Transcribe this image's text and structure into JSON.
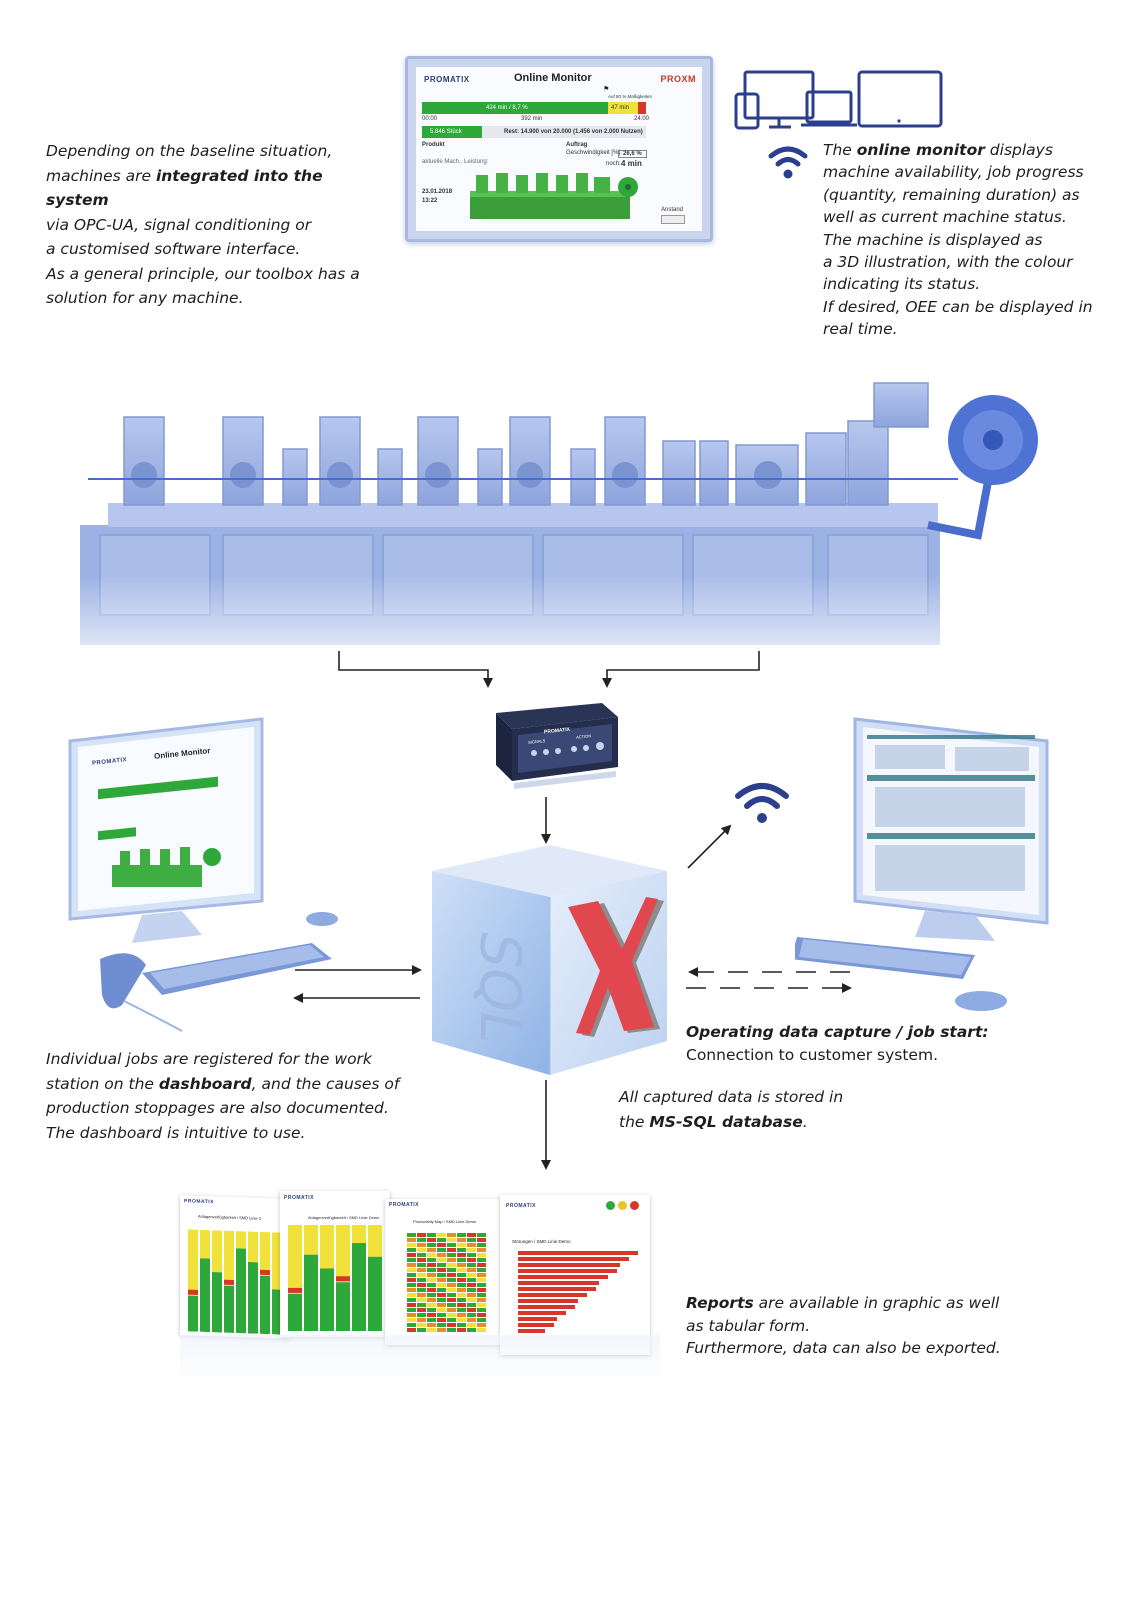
{
  "texts": {
    "integration": {
      "l1": "Depending on the baseline situation,",
      "l2a": "machines are ",
      "l2b": "integrated into the system",
      "l3": "via OPC-UA, signal conditioning or",
      "l4": "a customised software interface.",
      "l5": "As a general principle, our toolbox has a",
      "l6": "solution for any machine."
    },
    "online_monitor": {
      "l1a": "The ",
      "l1b": "online monitor",
      "l1c": " displays",
      "l2": "machine availability, job progress",
      "l3": "(quantity, remaining duration) as",
      "l4": "well as current machine status.",
      "l5": "The machine is displayed as",
      "l6": "a 3D illustration, with the colour",
      "l7": "indicating its status.",
      "l8": "If desired, OEE can be displayed in",
      "l9": "real time."
    },
    "dashboard": {
      "l1": "Individual jobs are registered for the work",
      "l2a": "station on the ",
      "l2b": "dashboard",
      "l2c": ", and the causes of",
      "l3": "production stoppages are also documented.",
      "l4": "The dashboard is intuitive to use."
    },
    "capture": {
      "l1": "Operating data capture / job start:",
      "l2": "Connection to customer system."
    },
    "database": {
      "l1": "All captured data is stored in",
      "l2a": "the ",
      "l2b": "MS-SQL database",
      "l2c": "."
    },
    "reports": {
      "l1a": "Reports",
      "l1b": " are available in graphic as well",
      "l2": "as tabular form.",
      "l3": "Furthermore, data can also be exported."
    }
  },
  "monitor": {
    "brand": "PROMATIX",
    "title": "Online Monitor",
    "brand_right": "PROXM",
    "bar1": "424 min / 8,7 %",
    "bar1_right": "47 min",
    "under1_left": "00:00",
    "under1_mid": "392 min",
    "under1_right": "24:00",
    "bar2": "5.846 Stück",
    "rest": "Rest: 14.900 von 20.000 (1.456 von 2.000 Nutzen)",
    "produkt": "Produkt",
    "auftrag": "Auftrag",
    "gesch": "Geschwindigkeit [%]:",
    "gesch_val": "26,6 %",
    "leistung": "aktuelle Mach.. Leistung:",
    "info": "noch:",
    "info_val": "4 min",
    "date": "23.01.2018",
    "time": "13:22",
    "label_right": "Anstand",
    "flag_text": "Auf 80 % Maßigkeiten"
  },
  "box": {
    "brand": "PROMATIX",
    "label1": "SIGNALS",
    "label2": "ACTION"
  },
  "cube": {
    "sql": "SQL",
    "x": "X"
  },
  "reports": {
    "brand": "PROMATIX",
    "r1_title": "Anlagenverfügbarkeit / SMD Linie 3",
    "r2_title": "Anlagenverfügbarkeit / SMD Linie Demo",
    "r3_title": "Productivity Map / SMD Linie Demo",
    "r4_title": "Störungen / SMD Linie Demo"
  },
  "colors": {
    "machine_blue": "#8fa6dc",
    "icon_blue": "#2b3f8c",
    "green": "#2fa83a",
    "yellow": "#f0e23a",
    "red": "#d9362b",
    "orange": "#e98b2a"
  }
}
